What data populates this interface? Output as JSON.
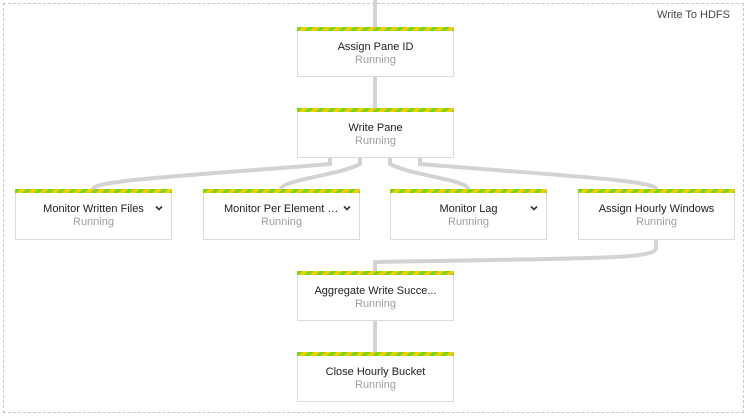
{
  "group": {
    "label": "Write To HDFS"
  },
  "nodes": {
    "assign_pane_id": {
      "title": "Assign Pane ID",
      "status": "Running"
    },
    "write_pane": {
      "title": "Write Pane",
      "status": "Running"
    },
    "monitor_written_files": {
      "title": "Monitor Written Files",
      "status": "Running",
      "icon": "chevron-down-icon"
    },
    "monitor_per_element": {
      "title": "Monitor Per Element La...",
      "status": "Running",
      "icon": "chevron-down-icon"
    },
    "monitor_lag": {
      "title": "Monitor Lag",
      "status": "Running",
      "icon": "chevron-down-icon"
    },
    "assign_hourly_windows": {
      "title": "Assign Hourly Windows",
      "status": "Running"
    },
    "aggregate_write": {
      "title": "Aggregate Write Succe...",
      "status": "Running"
    },
    "close_hourly_bucket": {
      "title": "Close Hourly Bucket",
      "status": "Running"
    }
  },
  "colors": {
    "status_stripe_green": "#7ed321",
    "status_stripe_yellow": "#f0d000",
    "edge": "#d3d3d3"
  }
}
